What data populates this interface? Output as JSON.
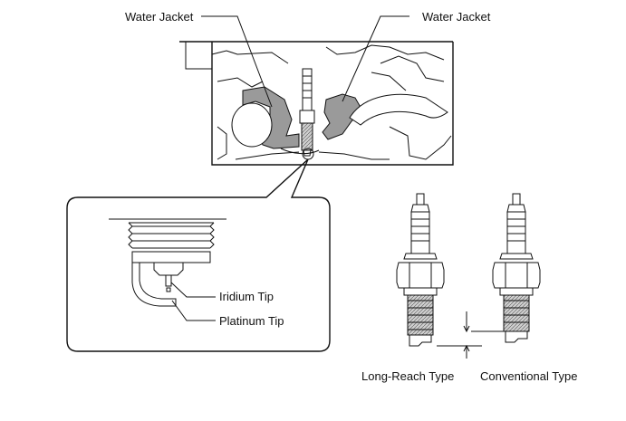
{
  "labels": {
    "water_jacket_left": "Water Jacket",
    "water_jacket_right": "Water Jacket",
    "iridium_tip": "Iridium Tip",
    "platinum_tip": "Platinum Tip",
    "long_reach_type": "Long-Reach Type",
    "conventional_type": "Conventional Type"
  }
}
